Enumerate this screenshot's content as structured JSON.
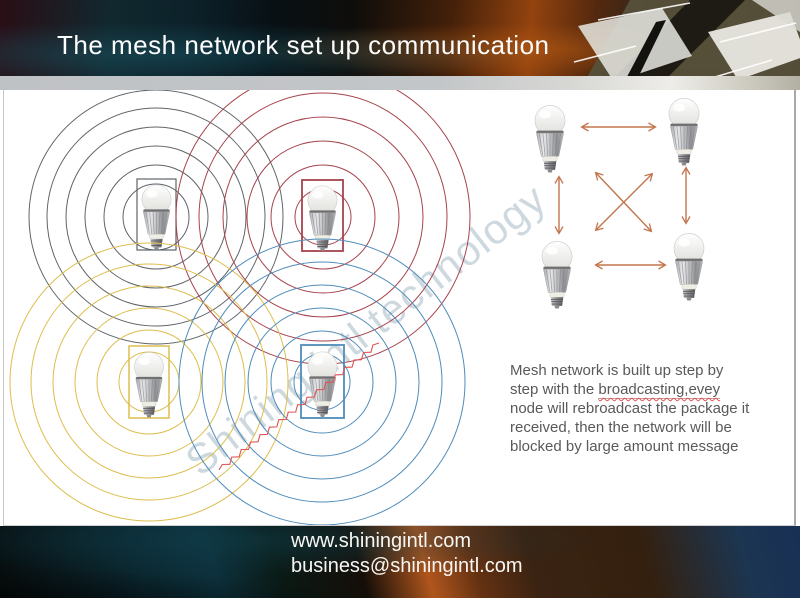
{
  "slide": {
    "title": "The mesh network set up communication",
    "watermark": "Shining intl technology",
    "description": {
      "before": "Mesh network is built up step by step with the ",
      "highlight": "broadcasting,evey",
      "after": " node will rebroadcast the package it received, then the network will be blocked by large amount message"
    },
    "footer": {
      "website": "www.shiningintl.com",
      "email": "business@shiningintl.com"
    },
    "colors": {
      "ring-gray": "#5f6468",
      "ring-red": "#a6434d",
      "ring-yellow": "#ddbe4e",
      "ring-blue": "#4f8cba",
      "arrow": "#c3754c",
      "zigzag": "#e05252",
      "title": "#fdfdfd",
      "desc": "#595959",
      "watermark": "#a7bac6",
      "footer-text": "#f8f6f2"
    }
  }
}
